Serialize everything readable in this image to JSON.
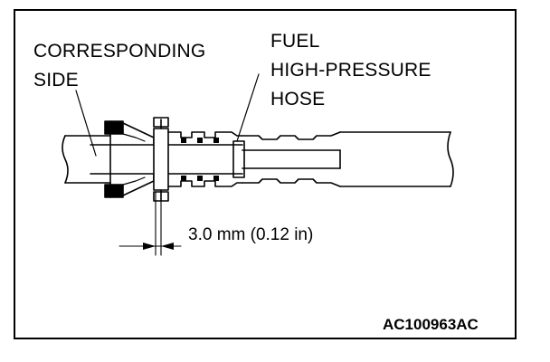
{
  "labels": {
    "corresponding_side_line1": "CORRESPONDING",
    "corresponding_side_line2": "SIDE",
    "fuel_hose_line1": "FUEL",
    "fuel_hose_line2": "HIGH-PRESSURE",
    "fuel_hose_line3": "HOSE",
    "dimension": "3.0 mm (0.12 in)",
    "figure_code": "AC100963AC"
  }
}
